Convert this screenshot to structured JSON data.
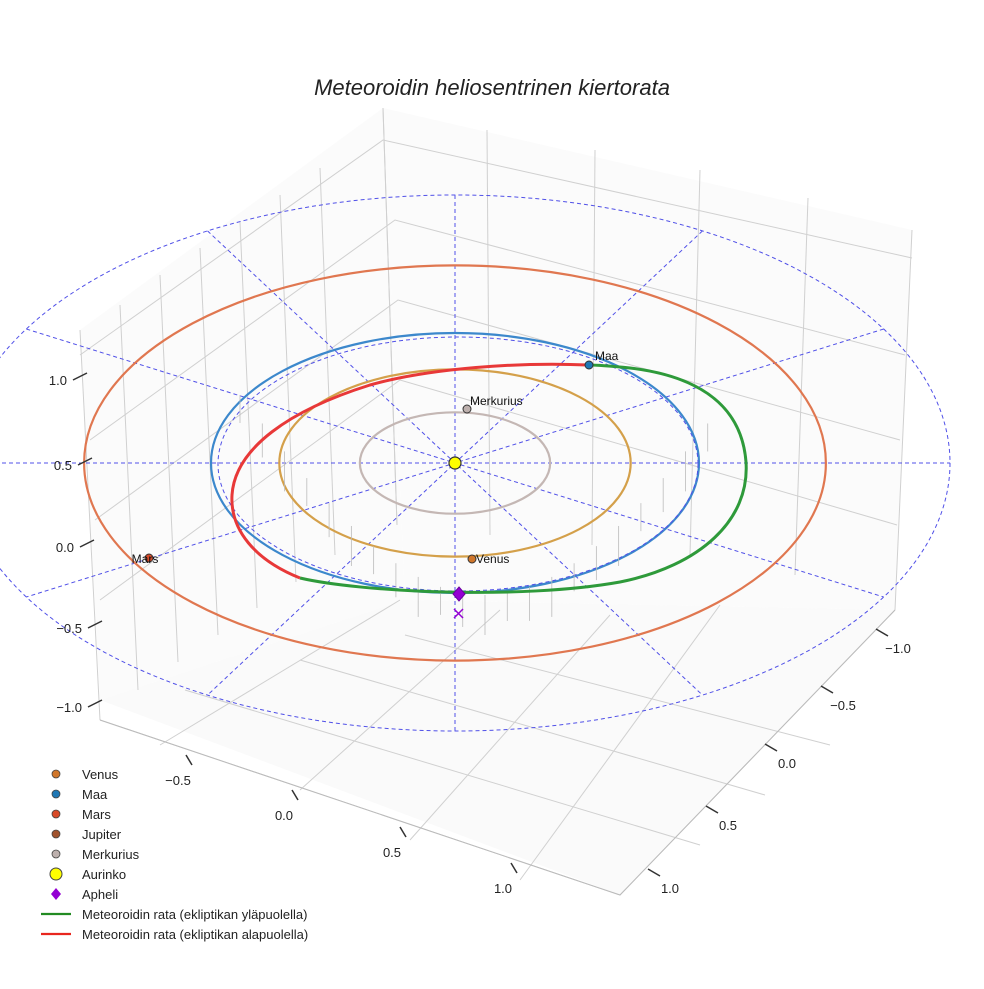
{
  "chart_data": {
    "type": "scatter",
    "title": "Meteoroidin heliosentrinen kiertorata",
    "axes": {
      "x_ticks": [
        "−0.5",
        "0.0",
        "0.5",
        "1.0"
      ],
      "y_ticks": [
        "−1.0",
        "−0.5",
        "0.0",
        "0.5",
        "1.0"
      ],
      "z_ticks": [
        "−1.0",
        "−0.5",
        "0.0",
        "0.5",
        "1.0"
      ],
      "grid": true,
      "projection": "3d"
    },
    "orbits": [
      {
        "name": "Merkurius",
        "radius_au": 0.39,
        "color": "#c4b7b4"
      },
      {
        "name": "Venus",
        "radius_au": 0.72,
        "color": "#d4a04a"
      },
      {
        "name": "Maa",
        "radius_au": 1.0,
        "color": "#3c88cc"
      },
      {
        "name": "Mars",
        "radius_au": 1.52,
        "color": "#e07750"
      }
    ],
    "meteoroid_orbit": {
      "perihelion_au": 0.42,
      "aphelion_au": 1.0,
      "above_ecliptic_color": "#2e9a3a",
      "below_ecliptic_color": "#e83838"
    },
    "points": [
      {
        "label": "Merkurius",
        "x": 0.05,
        "y": 0.39,
        "z": 0.0
      },
      {
        "label": "Venus",
        "x": 0.12,
        "y": -0.71,
        "z": 0.0
      },
      {
        "label": "Maa",
        "x": 0.93,
        "y": 0.37,
        "z": 0.0
      },
      {
        "label": "Mars",
        "x": -1.52,
        "y": -0.3,
        "z": 0.0
      },
      {
        "label": "Aurinko",
        "x": 0.0,
        "y": 0.0,
        "z": 0.0
      },
      {
        "label": "Apheli",
        "x": 0.0,
        "y": -1.0,
        "z": 0.0
      }
    ],
    "legend": [
      {
        "label": "Venus",
        "kind": "dot",
        "color": "#d0762a"
      },
      {
        "label": "Maa",
        "kind": "dot",
        "color": "#1f77b4"
      },
      {
        "label": "Mars",
        "kind": "dot",
        "color": "#d84a28"
      },
      {
        "label": "Jupiter",
        "kind": "dot",
        "color": "#a0522d"
      },
      {
        "label": "Merkurius",
        "kind": "dot",
        "color": "#bdb0ad"
      },
      {
        "label": "Aurinko",
        "kind": "sun",
        "color": "#ffff00"
      },
      {
        "label": "Apheli",
        "kind": "diamond",
        "color": "#9400d3"
      },
      {
        "label": "Meteoroidin rata (ekliptikan yläpuolella)",
        "kind": "line",
        "color": "#228b22"
      },
      {
        "label": "Meteoroidin rata (ekliptikan alapuolella)",
        "kind": "line",
        "color": "#e8261e"
      }
    ],
    "legend_position": "bottom-left"
  }
}
